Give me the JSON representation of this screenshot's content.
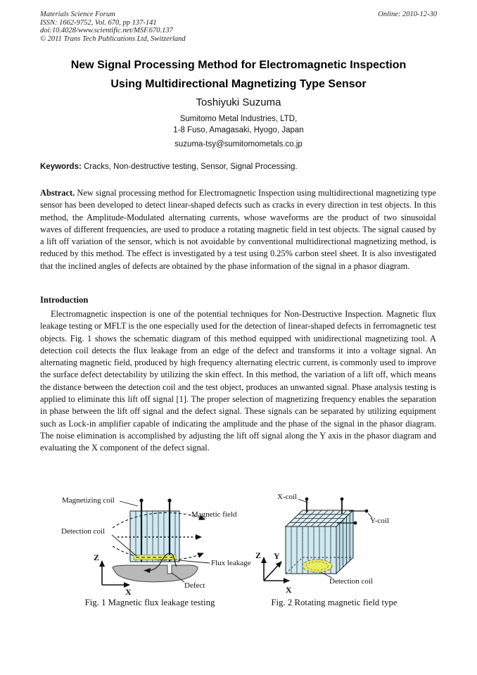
{
  "header": {
    "journal": "Materials Science Forum",
    "issn_line": "ISSN: 1662-9752, Vol. 670, pp 137-141",
    "doi_line": "doi:10.4028/www.scientific.net/MSF.670.137",
    "copyright_line": "© 2011 Trans Tech Publications Ltd, Switzerland",
    "online_date": "Online: 2010-12-30"
  },
  "title": {
    "line1": "New Signal Processing Method for Electromagnetic Inspection",
    "line2": "Using Multidirectional Magnetizing Type Sensor"
  },
  "author": {
    "name": "Toshiyuki Suzuma",
    "affiliation1": "Sumitomo Metal Industries, LTD,",
    "affiliation2": "1-8 Fuso, Amagasaki, Hyogo, Japan",
    "email": "suzuma-tsy@sumitomometals.co.jp"
  },
  "keywords": {
    "label": "Keywords:",
    "text": " Cracks, Non-destructive testing, Sensor, Signal Processing."
  },
  "abstract": {
    "label": "Abstract.",
    "text": " New signal processing method for Electromagnetic Inspection using multidirectional magnetizing type sensor has been developed to detect linear-shaped defects such as cracks in every direction in test objects. In this method, the Amplitude-Modulated alternating currents, whose waveforms are the product of two sinusoidal waves of different frequencies, are used to produce a rotating magnetic field in test objects. The signal caused by a lift off variation of the sensor, which is not avoidable by conventional multidirectional magnetizing method, is reduced by this method. The effect is investigated by a test using 0.25% carbon steel sheet. It is also investigated that the inclined angles of defects are obtained by the phase information of the signal in a phasor diagram."
  },
  "introduction": {
    "heading": "Introduction",
    "paragraph": "Electromagnetic inspection is one of the potential techniques for Non-Destructive Inspection. Magnetic flux leakage testing or MFLT is the one especially used for the detection of linear-shaped defects in ferromagnetic test objects. Fig. 1 shows the schematic diagram of this method equipped with unidirectional magnetizing tool. A detection coil detects the flux leakage from an edge of the defect and transforms it into a voltage signal. An alternating magnetic field, produced by high frequency alternating electric current, is commonly used to improve the surface defect detectability by utilizing the skin effect. In this method, the variation of a lift off, which means the distance between the detection coil and the test object, produces an unwanted signal. Phase analysis testing is applied to eliminate this lift off signal [1]. The proper selection of magnetizing frequency enables the separation in phase between the lift off signal and the defect signal. These signals can be separated by utilizing equipment such as Lock-in amplifier capable of indicating the amplitude and the phase of the signal in the phasor diagram. The noise elimination is accomplished by adjusting the lift off signal along the Y axis in the phasor diagram and evaluating the X component of the defect signal."
  },
  "figures": {
    "fig1": {
      "caption": "Fig. 1 Magnetic flux leakage testing",
      "labels": {
        "magnetizing_coil": "Magnetizing coil",
        "magnetic_field": "Magnetic field",
        "detection_coil": "Detection coil",
        "flux_leakage": "Flux leakage",
        "defect": "Defect",
        "z_axis": "Z",
        "x_axis": "X"
      }
    },
    "fig2": {
      "caption": "Fig. 2 Rotating magnetic field type",
      "labels": {
        "x_coil": "X-coil",
        "y_coil": "Y-coil",
        "detection_coil": "Detection coil",
        "z_axis": "Z",
        "y_axis": "Y",
        "x_axis": "X"
      }
    }
  },
  "colors": {
    "coil_fill": "#cfe9f2",
    "coil_top_fill": "#dcf0f6",
    "coil_side_fill": "#bcdde8",
    "detection_coil_fill": "#e9ec62",
    "test_object_fill": "#b9b9b9"
  }
}
